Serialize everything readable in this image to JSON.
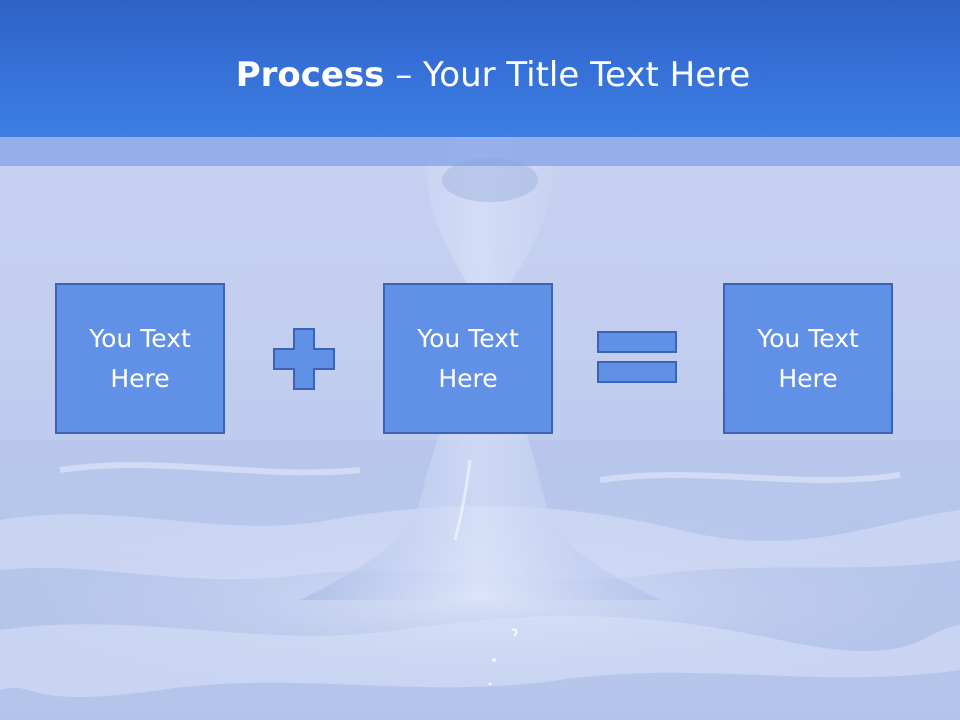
{
  "slide": {
    "title_bold": "Process",
    "title_rest": " – Your Title Text Here"
  },
  "boxes": [
    {
      "line1": "You Text",
      "line2": "Here"
    },
    {
      "line1": "You Text",
      "line2": "Here"
    },
    {
      "line1": "You Text",
      "line2": "Here"
    }
  ],
  "operators": [
    "plus",
    "equals"
  ],
  "colors": {
    "header": "#356fd6",
    "box_fill": "#6191e6",
    "box_border": "#3d64b4",
    "background": "#c4cff0",
    "text": "#ffffff"
  }
}
